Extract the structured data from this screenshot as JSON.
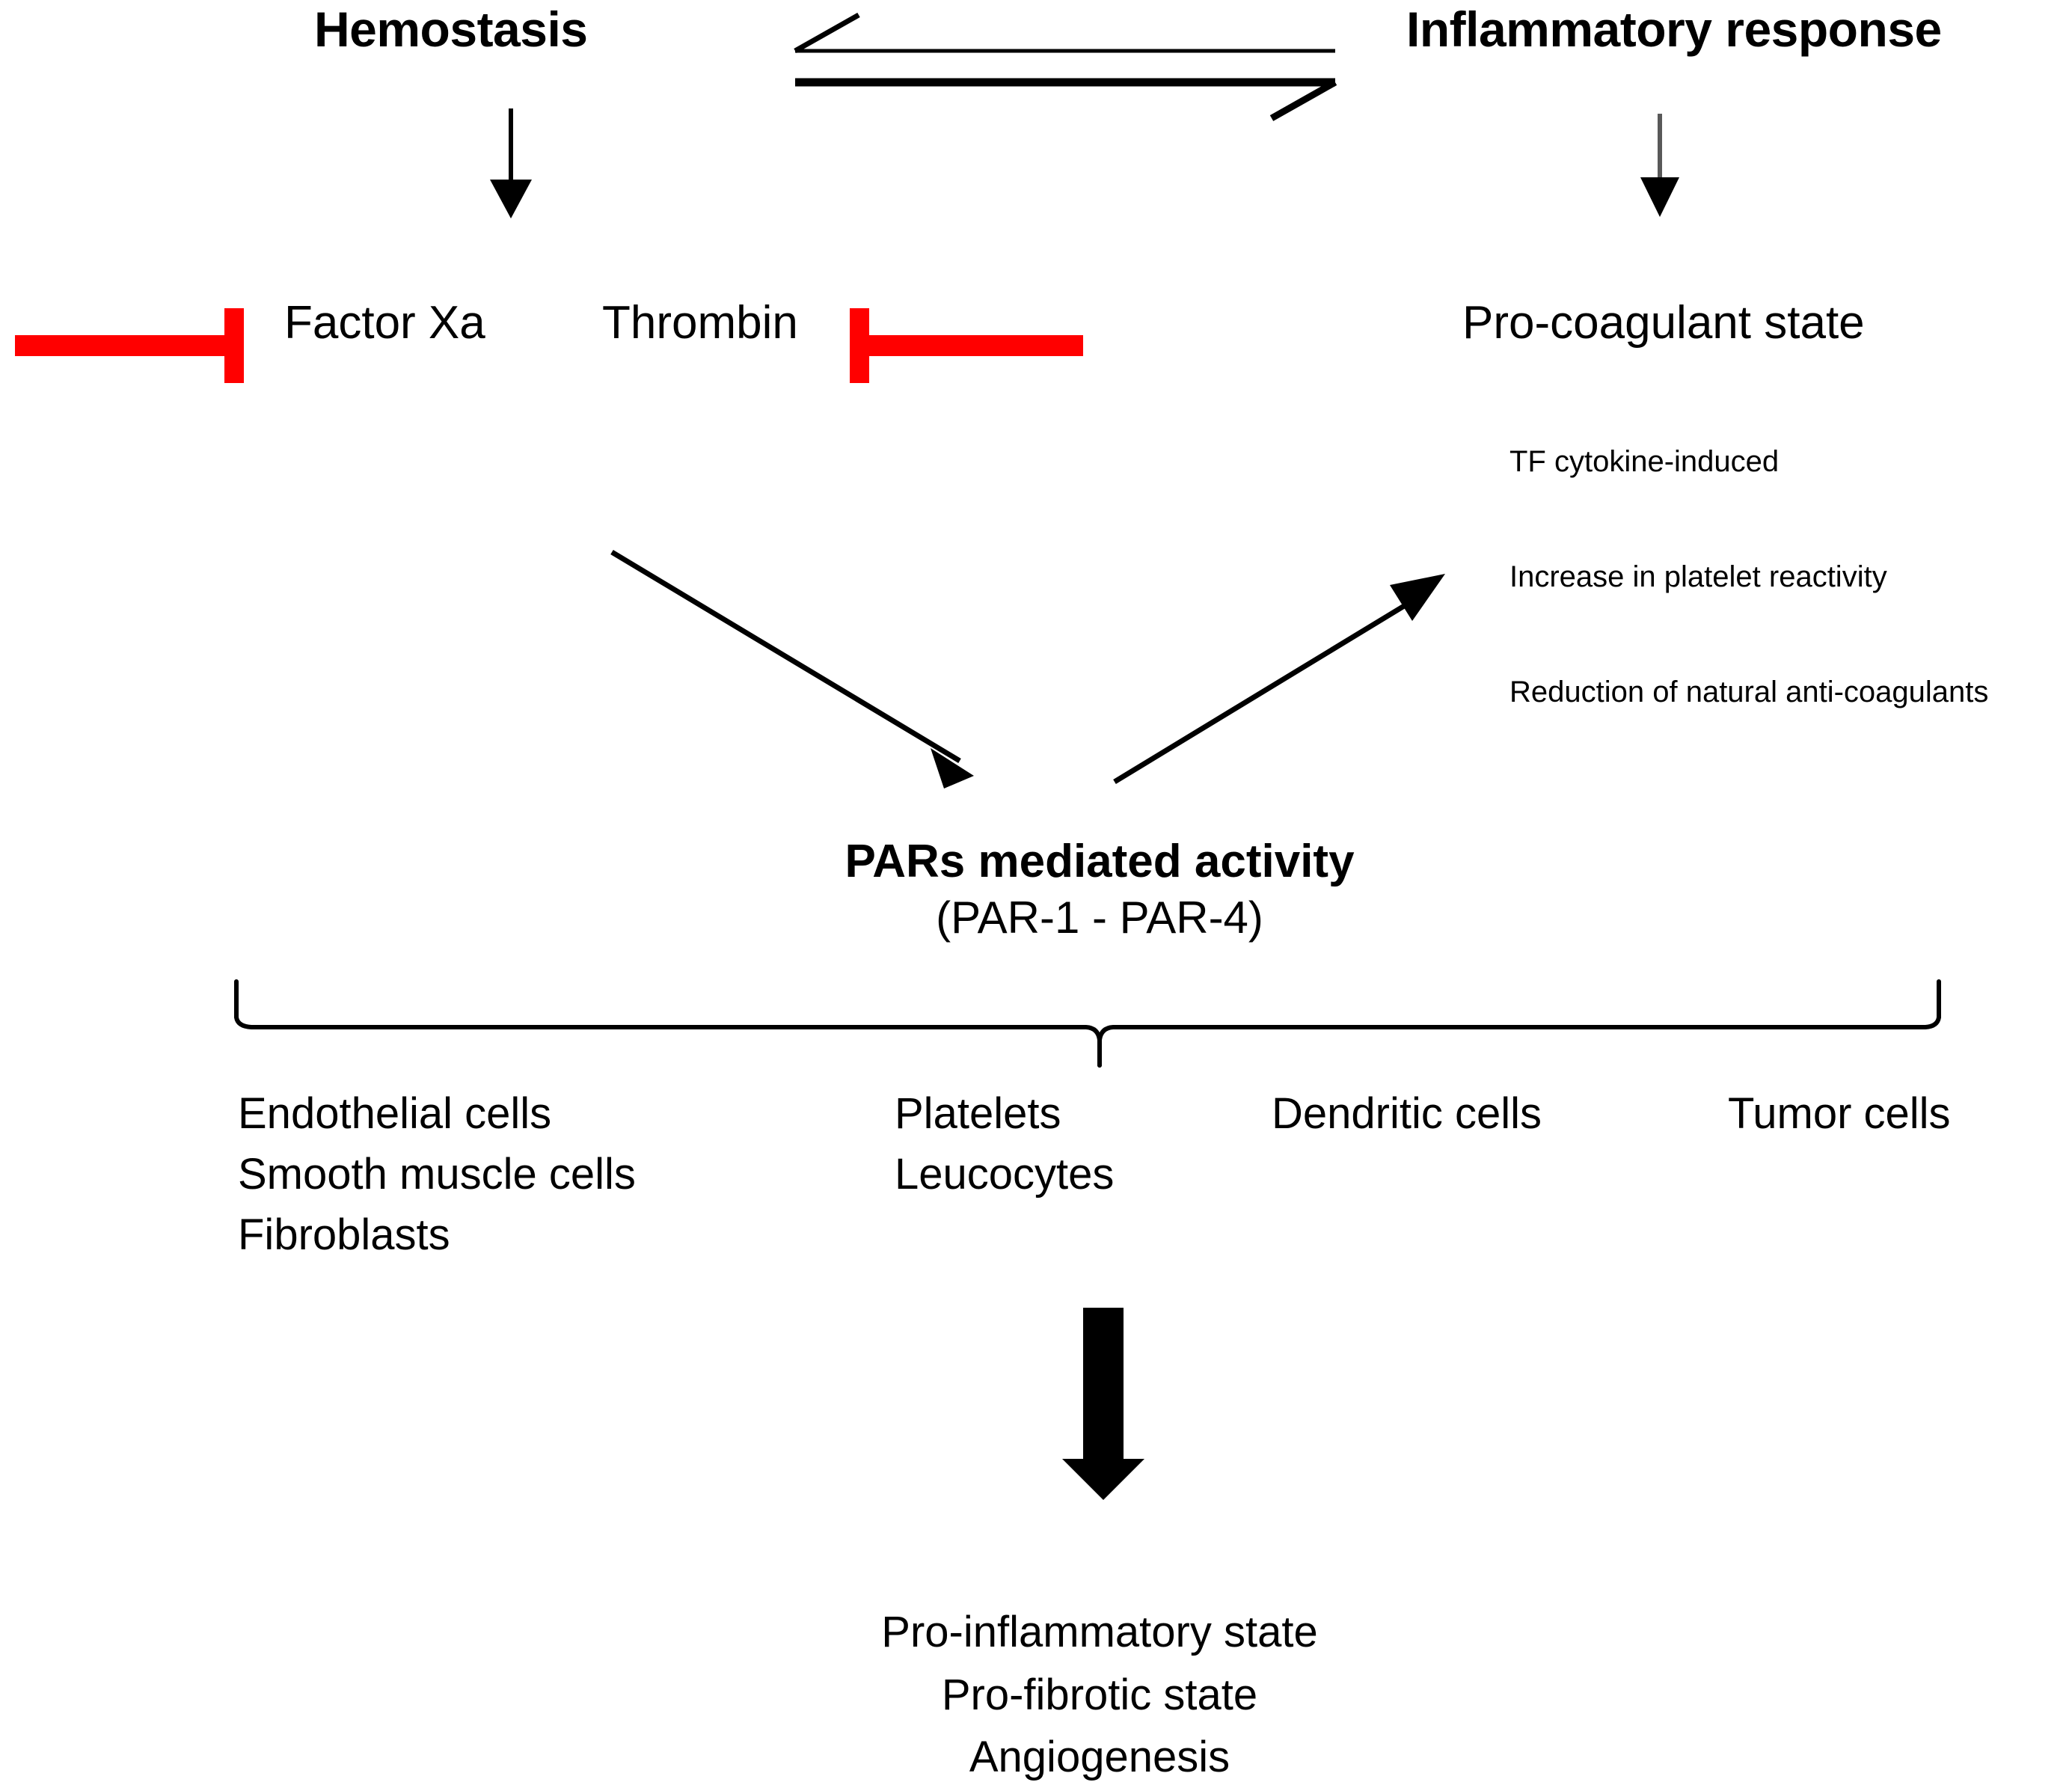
{
  "figure": {
    "title_hemostasis": "Hemostasis",
    "title_inflammatory": "Inflammatory response",
    "equilibrium_arrow": "double-headed-reversible-arrow"
  },
  "mediators": {
    "factor_xa": "Factor Xa",
    "thrombin": "Thrombin",
    "inhibition_symbol_left": "red-t-bar-inhibitor",
    "inhibition_symbol_right": "red-t-bar-inhibitor"
  },
  "procoagulant": {
    "title": "Pro-coagulant state",
    "items": [
      "TF cytokine-induced",
      "Increase in platelet reactivity",
      "Reduction of natural anti-coagulants"
    ]
  },
  "pars": {
    "title": "PARs mediated activity",
    "subtitle": "(PAR-1 - PAR-4)"
  },
  "cell_types": {
    "columns": [
      {
        "items": [
          "Endothelial cells",
          "Smooth muscle cells",
          "Fibroblasts"
        ]
      },
      {
        "items": [
          "Platelets",
          "Leucocytes"
        ]
      },
      {
        "items": [
          "Dendritic cells"
        ]
      },
      {
        "items": [
          "Tumor cells"
        ]
      }
    ]
  },
  "outcomes": {
    "items": [
      "Pro-inflammatory state",
      "Pro-fibrotic state",
      "Angiogenesis"
    ]
  },
  "colors": {
    "inhibitor_red": "#FF0000",
    "stroke_black": "#000000",
    "stroke_gray": "#595959",
    "background": "#FFFFFF"
  }
}
